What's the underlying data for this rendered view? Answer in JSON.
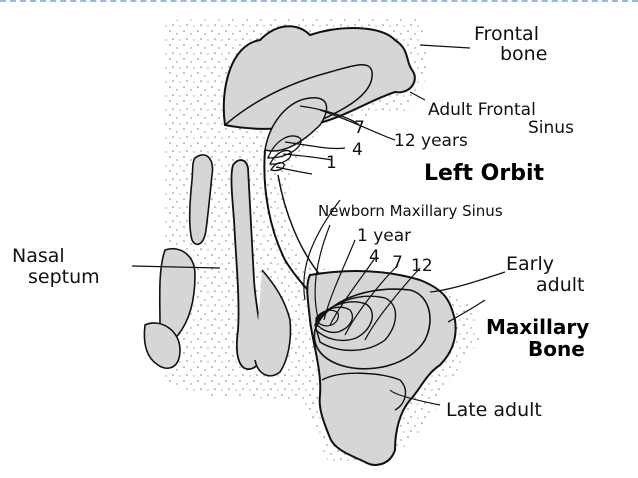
{
  "labels": {
    "frontal_bone_1": "Frontal",
    "frontal_bone_2": "bone",
    "adult_frontal_sinus_1": "Adult Frontal",
    "adult_frontal_sinus_2": "Sinus",
    "age_7_top": "7",
    "age_4_top": "4",
    "age_1_top": "1",
    "twelve_years": "12 years",
    "left_orbit": "Left Orbit",
    "newborn_maxillary_sinus": "Newborn Maxillary Sinus",
    "one_year": "1 year",
    "age_4_bottom": "4",
    "age_7_bottom": "7",
    "age_12_bottom": "12",
    "early_adult_1": "Early",
    "early_adult_2": "adult",
    "nasal_septum_1": "Nasal",
    "nasal_septum_2": "septum",
    "maxillary_bone_1": "Maxillary",
    "maxillary_bone_2": "Bone",
    "late_adult": "Late adult"
  },
  "colors": {
    "bone_fill": "#d6d6d6",
    "stipple": "#7a7a7a",
    "ink": "#111111",
    "top_rule": "#9bb8d8"
  }
}
